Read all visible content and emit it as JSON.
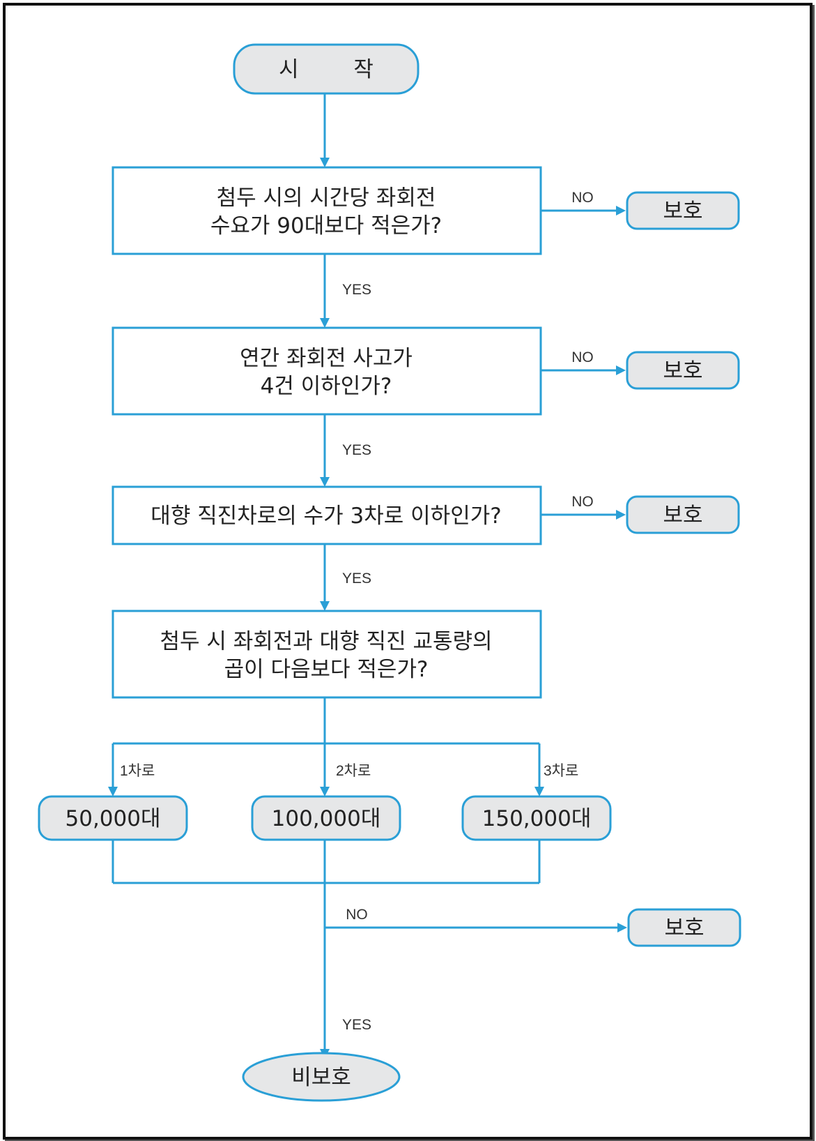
{
  "start": {
    "label": "시        작"
  },
  "decisions": [
    {
      "line1": "첨두 시의 시간당 좌회전",
      "line2": "수요가 90대보다 적은가?"
    },
    {
      "line1": "연간 좌회전 사고가",
      "line2": "4건 이하인가?"
    },
    {
      "line1": "대향 직진차로의 수가 3차로 이하인가?"
    },
    {
      "line1": "첨두 시 좌회전과 대향 직진 교통량의",
      "line2": "곱이 다음보다 적은가?"
    }
  ],
  "branches": [
    {
      "lane_label": "1차로",
      "threshold": "50,000대"
    },
    {
      "lane_label": "2차로",
      "threshold": "100,000대"
    },
    {
      "lane_label": "3차로",
      "threshold": "150,000대"
    }
  ],
  "edge_labels": {
    "yes": "YES",
    "no": "NO"
  },
  "outcomes": {
    "protected": "보호",
    "unprotected": "비보호"
  },
  "colors": {
    "line": "#2a9fd6",
    "pill_fill": "#e6e7e8",
    "text": "#222222"
  }
}
